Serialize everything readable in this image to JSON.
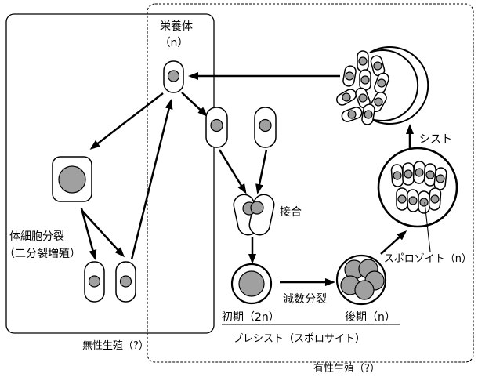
{
  "diagram": {
    "labels": {
      "trophozoite": "栄養体",
      "trophozoite_ploidy": "（n）",
      "somatic_division": "体細胞分裂",
      "binary_fission": "（二分裂増殖）",
      "conjugation": "接合",
      "meiosis": "減数分裂",
      "early_stage": "初期（2n）",
      "late_stage": "後期（n）",
      "precyst": "プレシスト（スポロサイト）",
      "sporozoite": "スポロゾイト（n）",
      "cyst": "シスト",
      "asexual_reproduction": "無性生殖（?）",
      "sexual_reproduction": "有性生殖（?）"
    },
    "colors": {
      "nucleus": "#a0a0a0",
      "stroke": "#000000",
      "cell": "#ffffff",
      "background": "#ffffff"
    }
  }
}
